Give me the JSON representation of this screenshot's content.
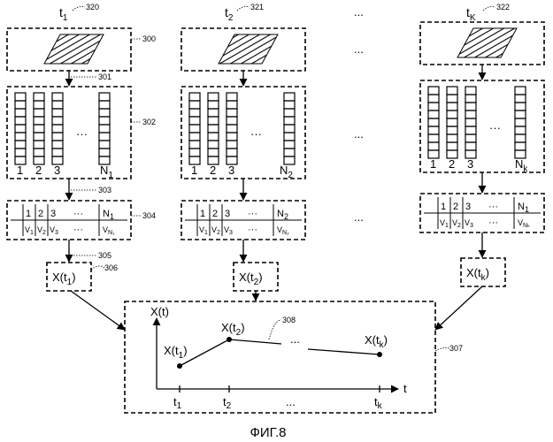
{
  "caption": "ФИГ.8",
  "time_labels": {
    "t1": {
      "main": "t",
      "sub": "1"
    },
    "t2": {
      "main": "t",
      "sub": "2"
    },
    "tk": {
      "main": "t",
      "sub": "K"
    }
  },
  "ref_numbers": {
    "r320": "320",
    "r321": "321",
    "r322": "322",
    "r300": "300",
    "r301": "301",
    "r302": "302",
    "r303": "303",
    "r304": "304",
    "r305": "305",
    "r306": "306",
    "r307": "307",
    "r308": "308"
  },
  "ellipsis": "...",
  "ellipsis_short": "···",
  "column_labels": [
    "1",
    "2",
    "3"
  ],
  "n_labels": {
    "n1": {
      "main": "N",
      "sub": "1"
    },
    "n2": {
      "main": "N",
      "sub": "2"
    },
    "nk": {
      "main": "N",
      "sub": "k"
    }
  },
  "v_labels": {
    "v1": {
      "main": "V",
      "sub": "1"
    },
    "v2": {
      "main": "V",
      "sub": "2"
    },
    "v3": {
      "main": "V",
      "sub": "3"
    },
    "vn1": {
      "main": "V",
      "sub": "N₁"
    },
    "vn2": {
      "main": "V",
      "sub": "N₂"
    },
    "vnk": {
      "main": "V",
      "sub": "Nₖ"
    }
  },
  "x_boxes": {
    "x1": {
      "prefix": "X(t",
      "sub": "1",
      "suffix": ")"
    },
    "x2": {
      "prefix": "X(t",
      "sub": "2",
      "suffix": ")"
    },
    "xk": {
      "prefix": "X(t",
      "sub": "k",
      "suffix": ")"
    }
  },
  "graph": {
    "y_axis_label": "X(t)",
    "x_axis_label": "t",
    "tick_labels": [
      {
        "main": "t",
        "sub": "1"
      },
      {
        "main": "t",
        "sub": "2"
      },
      {
        "main": "...",
        "sub": ""
      },
      {
        "main": "t",
        "sub": "k"
      }
    ],
    "point_labels": [
      {
        "prefix": "X(t",
        "sub": "1",
        "suffix": ")"
      },
      {
        "prefix": "X(t",
        "sub": "2",
        "suffix": ")"
      },
      {
        "prefix": "X(t",
        "sub": "k",
        "suffix": ")"
      }
    ]
  }
}
